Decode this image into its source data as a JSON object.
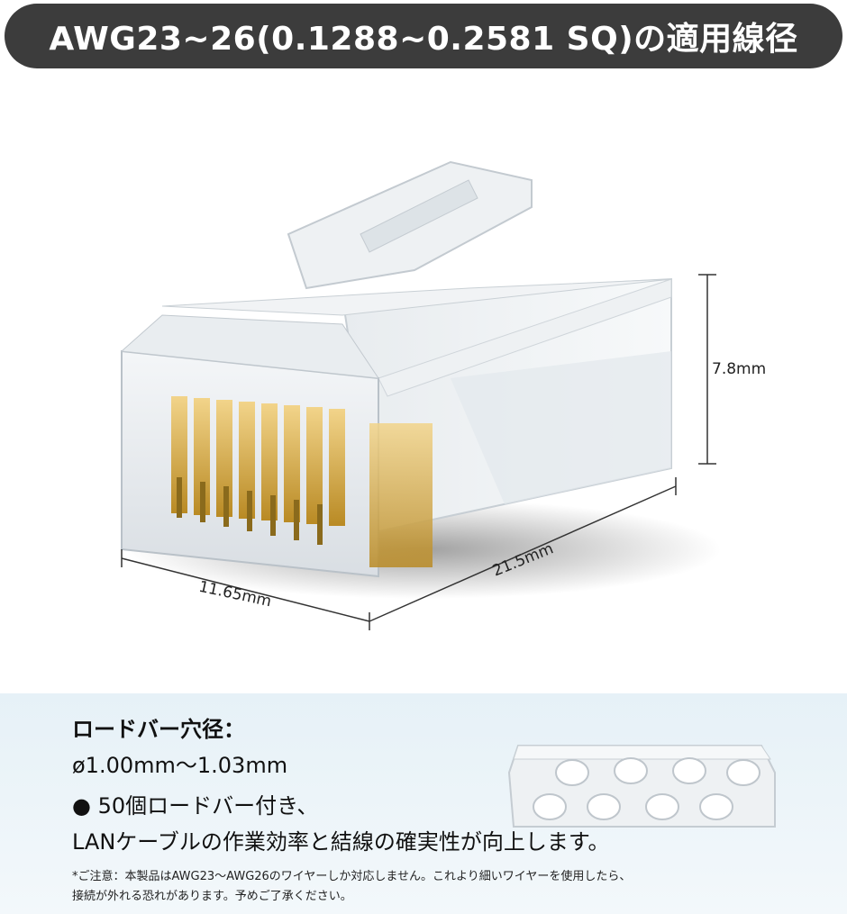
{
  "banner": {
    "title": "AWG23~26(0.1288~0.2581 SQ)の適用線径"
  },
  "dimensions": {
    "height": "7.8mm",
    "length": "21.5mm",
    "width": "11.65mm"
  },
  "info": {
    "title": "ロードバー穴径：",
    "diameter": "ø1.00mm〜1.03mm",
    "feature1": "● 50個ロードバー付き、",
    "feature2": "LANケーブルの作業効率と結線の確実性が向上します。",
    "note1": "*ご注意：本製品はAWG23〜AWG26のワイヤーしか対応しません。これより細いワイヤーを使用したら、",
    "note2": "接続が外れる恐れがあります。予めご了承ください。"
  },
  "colors": {
    "banner_bg": "#3c3c3c",
    "gold": "#d8a93a",
    "info_bg": "#e6f1f7"
  }
}
